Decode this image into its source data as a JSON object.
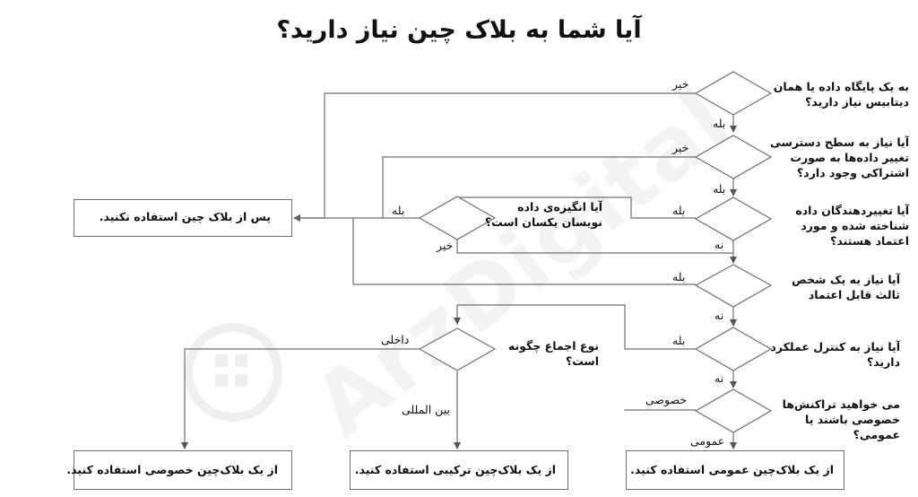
{
  "title": "آیا شما به بلاک چین نیاز دارید؟",
  "watermark": "ArzDigital",
  "questions": {
    "q1": [
      "به یک پایگاه داده یا همان",
      "دیتابیس نیاز دارید؟"
    ],
    "q2": [
      "آیا نیاز به سطح دسترسی",
      "تغییر داده‌ها به صورت",
      "اشتراکی وجود دارد؟"
    ],
    "q3": [
      "آیا تغییردهندگان داده",
      "شناخته شده و مورد",
      "اعتماد هستند؟"
    ],
    "q4": [
      "آیا نیاز به یک شخص",
      "ثالث قابل اعتماد"
    ],
    "q5": [
      "آیا نیاز به کنترل عملکرد",
      "دارید؟"
    ],
    "q6": [
      "می خواهید تراکنش‌ها",
      "خصوصی باشند یا",
      "عمومی؟"
    ],
    "q7": [
      "آیا انگیزه‌ی داده",
      "نویسان یکسان است؟"
    ],
    "q8": [
      "نوع اجماع چگونه",
      "است؟"
    ]
  },
  "results": {
    "no_blockchain": "پس از بلاک چین استفاده نکنید.",
    "private": "از یک بلاک‌چین خصوصی استفاده کنید.",
    "hybrid": "از یک بلاک‌چین ترکیبی استفاده کنید.",
    "public": "از یک بلاک‌چین عمومی استفاده کنید."
  },
  "labels": {
    "no": "خیر",
    "yes": "بله",
    "na": "نه",
    "internal": "داخلی",
    "international": "بین المللی",
    "private": "خصوصی",
    "public": "عمومی"
  }
}
